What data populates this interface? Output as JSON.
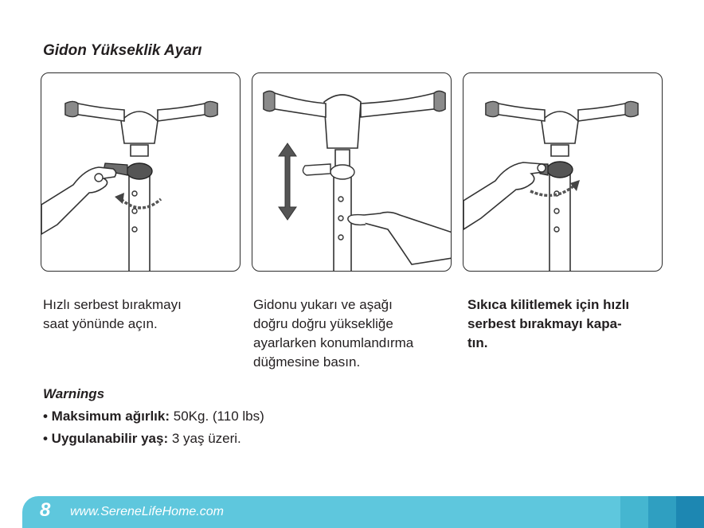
{
  "title": "Gidon Yükseklik Ayarı",
  "steps": [
    {
      "caption_lines": [
        "Hızlı serbest bırakmayı",
        "saat yönünde açın."
      ]
    },
    {
      "caption_lines": [
        "Gidonu yukarı ve aşağı",
        "doğru doğru yüksekliğe",
        "ayarlarken konumlandırma",
        "düğmesine basın."
      ]
    },
    {
      "caption_lines": [
        "Sıkıca kilitlemek için hızlı",
        "serbest bırakmayı kapa-",
        "tın."
      ]
    }
  ],
  "warnings": {
    "title": "Warnings",
    "items": [
      {
        "label": "• Maksimum ağırlık:",
        "value": " 50Kg. (110 lbs)"
      },
      {
        "label": "• Uygulanabilir yaş:",
        "value": " 3 yaş üzeri."
      }
    ]
  },
  "footer": {
    "page_number": "8",
    "website": "www.SereneLifeHome.com",
    "bar_color": "#5ec7dd",
    "block_colors": [
      "#45b6d0",
      "#2f9fc1",
      "#1d87b2"
    ]
  }
}
